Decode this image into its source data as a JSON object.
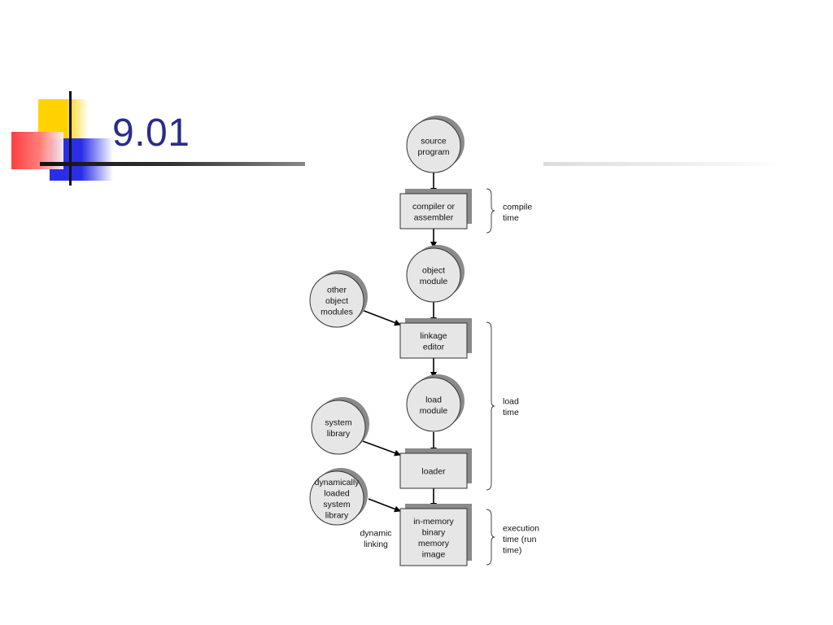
{
  "slide": {
    "title": "9.01"
  },
  "diagram": {
    "source": [
      "source",
      "program"
    ],
    "compiler": [
      "compiler or",
      "assembler"
    ],
    "object_module": [
      "object",
      "module"
    ],
    "other_modules": [
      "other",
      "object",
      "modules"
    ],
    "linkage": [
      "linkage",
      "editor"
    ],
    "load_module": [
      "load",
      "module"
    ],
    "system_library": [
      "system",
      "library"
    ],
    "loader": [
      "loader"
    ],
    "dyn_library": [
      "dynamically",
      "loaded",
      "system",
      "library"
    ],
    "in_memory": [
      "in-memory",
      "binary",
      "memory",
      "image"
    ],
    "dynamic_linking": [
      "dynamic",
      "linking"
    ],
    "compile_time": [
      "compile",
      "time"
    ],
    "load_time": [
      "load",
      "time"
    ],
    "execution_time": [
      "execution",
      "time  (run",
      "time)"
    ]
  }
}
